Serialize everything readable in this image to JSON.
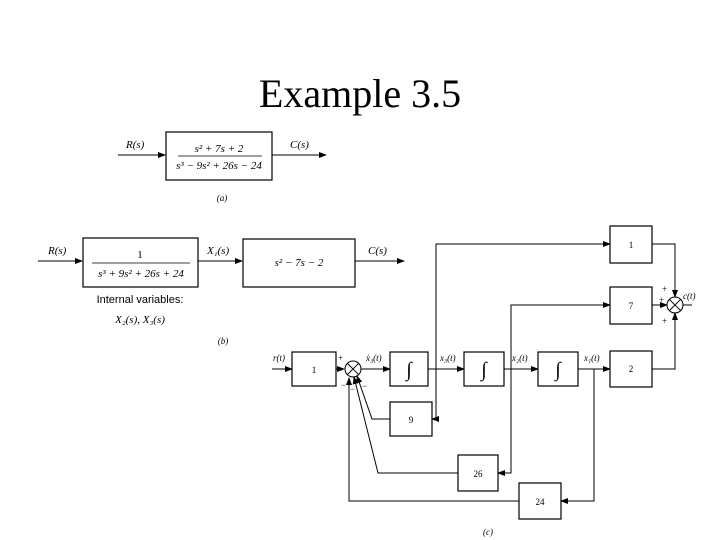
{
  "title": "Example 3.5",
  "diagram": {
    "panel_a": {
      "input": "R(s)",
      "output": "C(s)",
      "numerator": "s² + 7s + 2",
      "denominator": "s³ − 9s² + 26s − 24",
      "caption": "(a)"
    },
    "panel_b": {
      "input": "R(s)",
      "block1_num": "1",
      "block1_den": "s³ + 9s² + 26s + 24",
      "intermediate": "X₁(s)",
      "block2": "s² − 7s − 2",
      "output": "C(s)",
      "internal_line1": "Internal variables:",
      "internal_line2": "X₂(s), X₃(s)",
      "caption": "(b)"
    },
    "panel_c": {
      "input": "r(t)",
      "gain_in": "1",
      "x3dot": "ẋ₃(t)",
      "integral": "∫",
      "x3": "x₃(t)",
      "x2": "x₂(t)",
      "x1": "x₁(t)",
      "gain_out1": "1",
      "gain_out2": "7",
      "gain_out3": "2",
      "gain_fb1": "9",
      "gain_fb2": "26",
      "gain_fb3": "24",
      "output": "c(t)",
      "plus": "+",
      "minus": "−",
      "caption": "(c)"
    }
  }
}
